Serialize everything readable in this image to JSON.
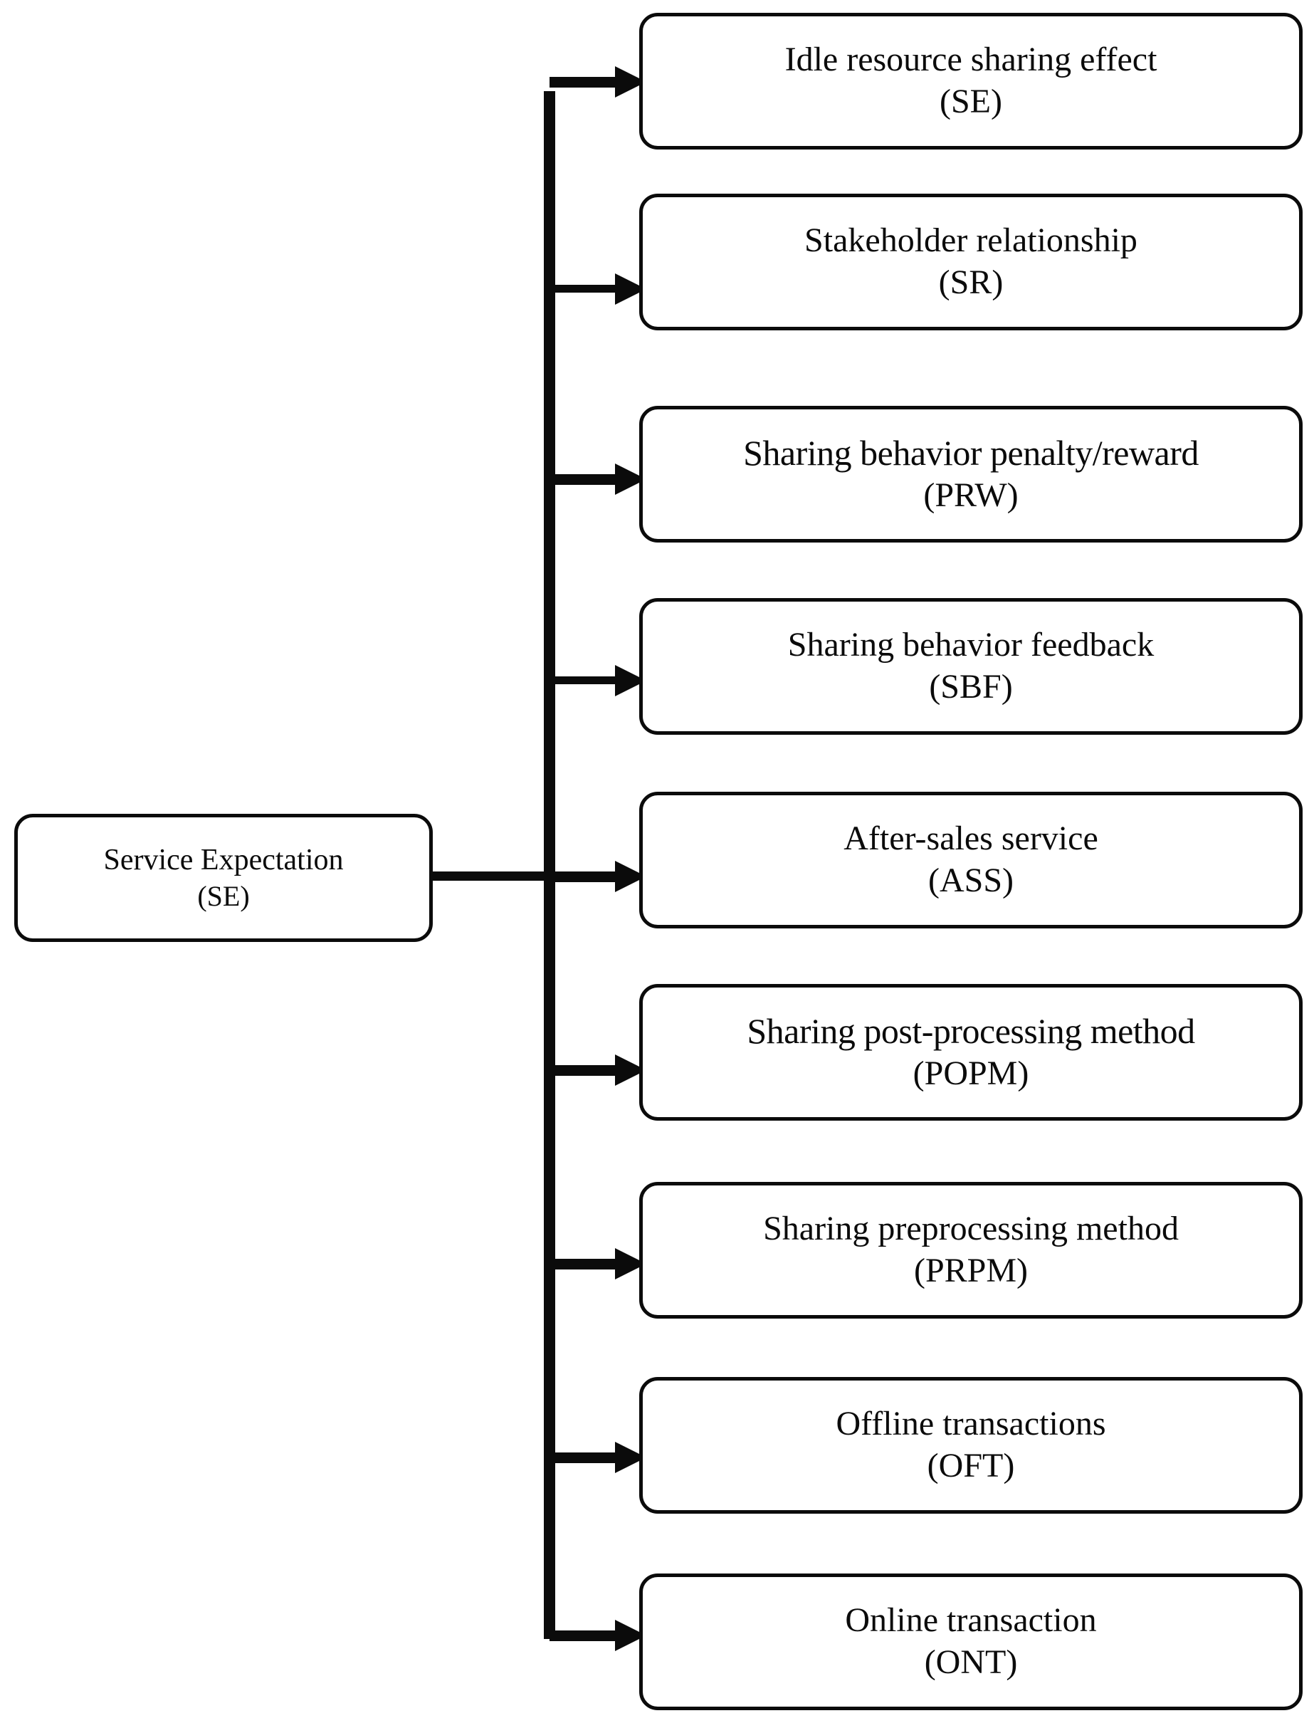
{
  "diagram": {
    "type": "hierarchy-tree",
    "orientation": "left-to-right",
    "root": {
      "label": "Service Expectation",
      "abbreviation": "(SE)"
    },
    "branch_count": 9,
    "leaves": [
      {
        "label": "Idle resource sharing effect",
        "abbreviation": "(SE)"
      },
      {
        "label": "Stakeholder relationship",
        "abbreviation": "(SR)"
      },
      {
        "label": "Sharing behavior penalty/reward",
        "abbreviation": "(PRW)"
      },
      {
        "label": "Sharing behavior feedback",
        "abbreviation": "(SBF)"
      },
      {
        "label": "After-sales service",
        "abbreviation": "(ASS)"
      },
      {
        "label": "Sharing post-processing method",
        "abbreviation": "(POPM)"
      },
      {
        "label": "Sharing preprocessing method",
        "abbreviation": "(PRPM)"
      },
      {
        "label": "Offline transactions",
        "abbreviation": "(OFT)"
      },
      {
        "label": "Online transaction",
        "abbreviation": "(ONT)"
      }
    ],
    "colors": {
      "stroke": "#0b0b0b",
      "fill": "#ffffff",
      "text": "#0b0b0b"
    }
  }
}
